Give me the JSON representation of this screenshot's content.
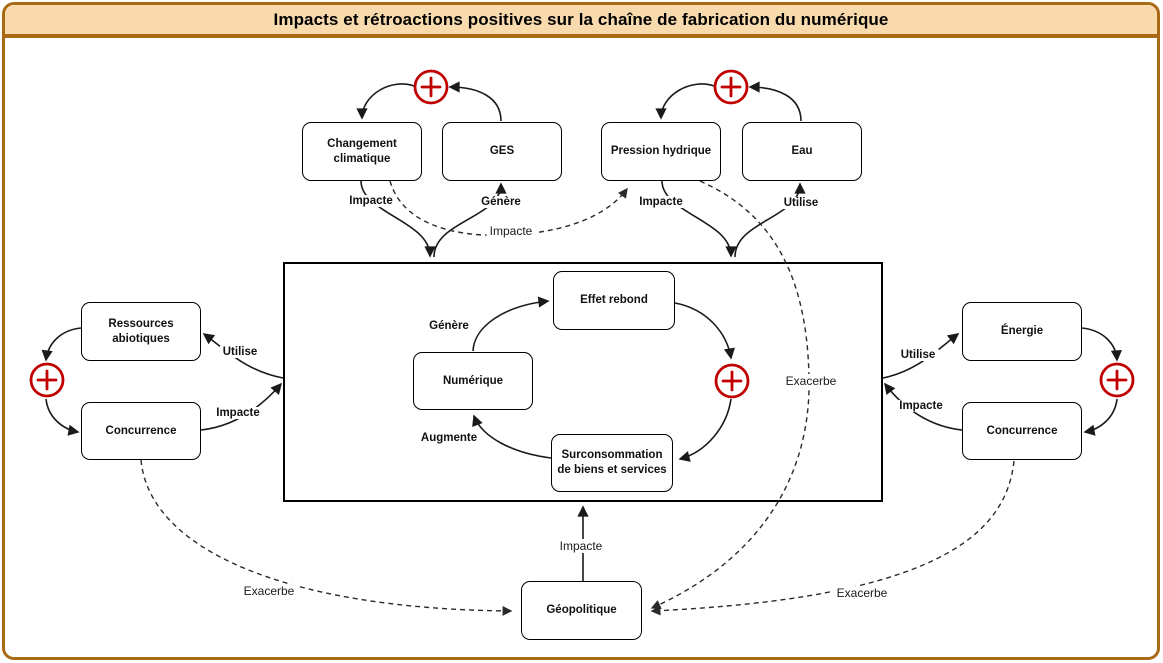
{
  "title": "Impacts et rétroactions positives sur la chaîne de fabrication du numérique",
  "colors": {
    "frame_border": "#A96A15",
    "title_background": "#F8DAAD",
    "plus_loop_red": "#C00000",
    "node_border": "#000000",
    "edge_line": "#1A1A1A"
  },
  "nodes": [
    {
      "id": "changement-climatique",
      "lines": [
        "Changement",
        "climatique"
      ]
    },
    {
      "id": "ges",
      "lines": [
        "GES"
      ]
    },
    {
      "id": "pression-hydrique",
      "lines": [
        "Pression hydrique"
      ]
    },
    {
      "id": "eau",
      "lines": [
        "Eau"
      ]
    },
    {
      "id": "ressources-abiotiques",
      "lines": [
        "Ressources",
        "abiotiques"
      ]
    },
    {
      "id": "concurrence-gauche",
      "lines": [
        "Concurrence"
      ]
    },
    {
      "id": "effet-rebond",
      "lines": [
        "Effet rebond"
      ]
    },
    {
      "id": "numerique",
      "lines": [
        "Numérique"
      ]
    },
    {
      "id": "surconsommation",
      "lines": [
        "Surconsommation",
        "de biens et services"
      ]
    },
    {
      "id": "energie",
      "lines": [
        "Énergie"
      ]
    },
    {
      "id": "concurrence-droite",
      "lines": [
        "Concurrence"
      ]
    },
    {
      "id": "geopolitique",
      "lines": [
        "Géopolitique"
      ]
    }
  ],
  "edges": [
    {
      "from": "changement-climatique",
      "to": "boite-centrale",
      "label": "Impacte",
      "style": "solid"
    },
    {
      "from": "boite-centrale",
      "to": "ges",
      "label": "Génère",
      "style": "solid"
    },
    {
      "from": "pression-hydrique",
      "to": "boite-centrale",
      "label": "Impacte",
      "style": "solid"
    },
    {
      "from": "boite-centrale",
      "to": "eau",
      "label": "Utilise",
      "style": "solid"
    },
    {
      "from": "changement-climatique",
      "to": "pression-hydrique",
      "label": "Impacte",
      "style": "dashed"
    },
    {
      "from": "boite-centrale",
      "to": "ressources-abiotiques",
      "label": "Utilise",
      "style": "solid"
    },
    {
      "from": "concurrence-gauche",
      "to": "boite-centrale",
      "label": "Impacte",
      "style": "solid"
    },
    {
      "from": "boite-centrale",
      "to": "energie",
      "label": "Utilise",
      "style": "solid"
    },
    {
      "from": "concurrence-droite",
      "to": "boite-centrale",
      "label": "Impacte",
      "style": "solid"
    },
    {
      "from": "numerique",
      "to": "effet-rebond",
      "label": "Génère",
      "style": "solid"
    },
    {
      "from": "surconsommation",
      "to": "numerique",
      "label": "Augmente",
      "style": "solid"
    },
    {
      "from": "geopolitique",
      "to": "boite-centrale",
      "label": "Impacte",
      "style": "solid"
    },
    {
      "from": "concurrence-gauche",
      "to": "geopolitique",
      "label": "Exacerbe",
      "style": "dashed"
    },
    {
      "from": "pression-hydrique",
      "to": "geopolitique",
      "label": "Exacerbe",
      "style": "dashed"
    },
    {
      "from": "concurrence-droite",
      "to": "geopolitique",
      "label": "Exacerbe",
      "style": "dashed"
    }
  ],
  "feedback_loops": [
    {
      "nodes": [
        "ges",
        "changement-climatique"
      ],
      "symbol": "+"
    },
    {
      "nodes": [
        "eau",
        "pression-hydrique"
      ],
      "symbol": "+"
    },
    {
      "nodes": [
        "ressources-abiotiques",
        "concurrence-gauche"
      ],
      "symbol": "+"
    },
    {
      "nodes": [
        "energie",
        "concurrence-droite"
      ],
      "symbol": "+"
    },
    {
      "nodes": [
        "effet-rebond",
        "surconsommation",
        "numerique"
      ],
      "symbol": "+"
    }
  ]
}
